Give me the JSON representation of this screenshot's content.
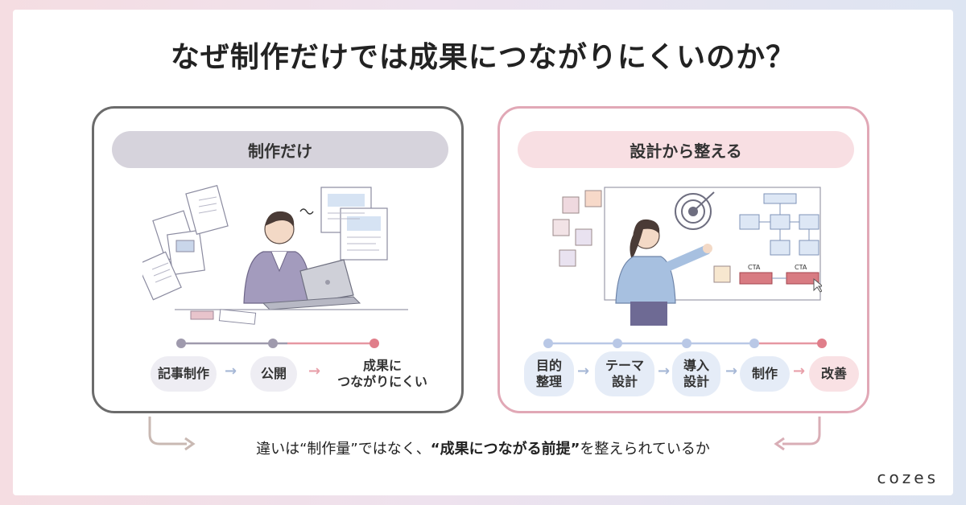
{
  "title": "なぜ制作だけでは成果につながりにくいのか？",
  "left_panel": {
    "header": "制作だけ",
    "steps": [
      "記事制作",
      "公開",
      "成果に\nつながりにくい"
    ]
  },
  "right_panel": {
    "header": "設計から整える",
    "steps": [
      "目的\n整理",
      "テーマ\n設計",
      "導入\n設計",
      "制作",
      "改善"
    ],
    "cta_labels": [
      "CTA",
      "CTA"
    ]
  },
  "bottom": {
    "part1": "違いは“制作量”ではなく、",
    "part2": "“成果につながる前提”",
    "part3": "を整えられているか"
  },
  "logo": "cozes",
  "colors": {
    "left_border": "#6b6b6b",
    "right_border": "#e1a8b6",
    "timeline_grey": "#9f9aad",
    "timeline_pink": "#e07e8a",
    "timeline_blue": "#b9c8e6"
  }
}
